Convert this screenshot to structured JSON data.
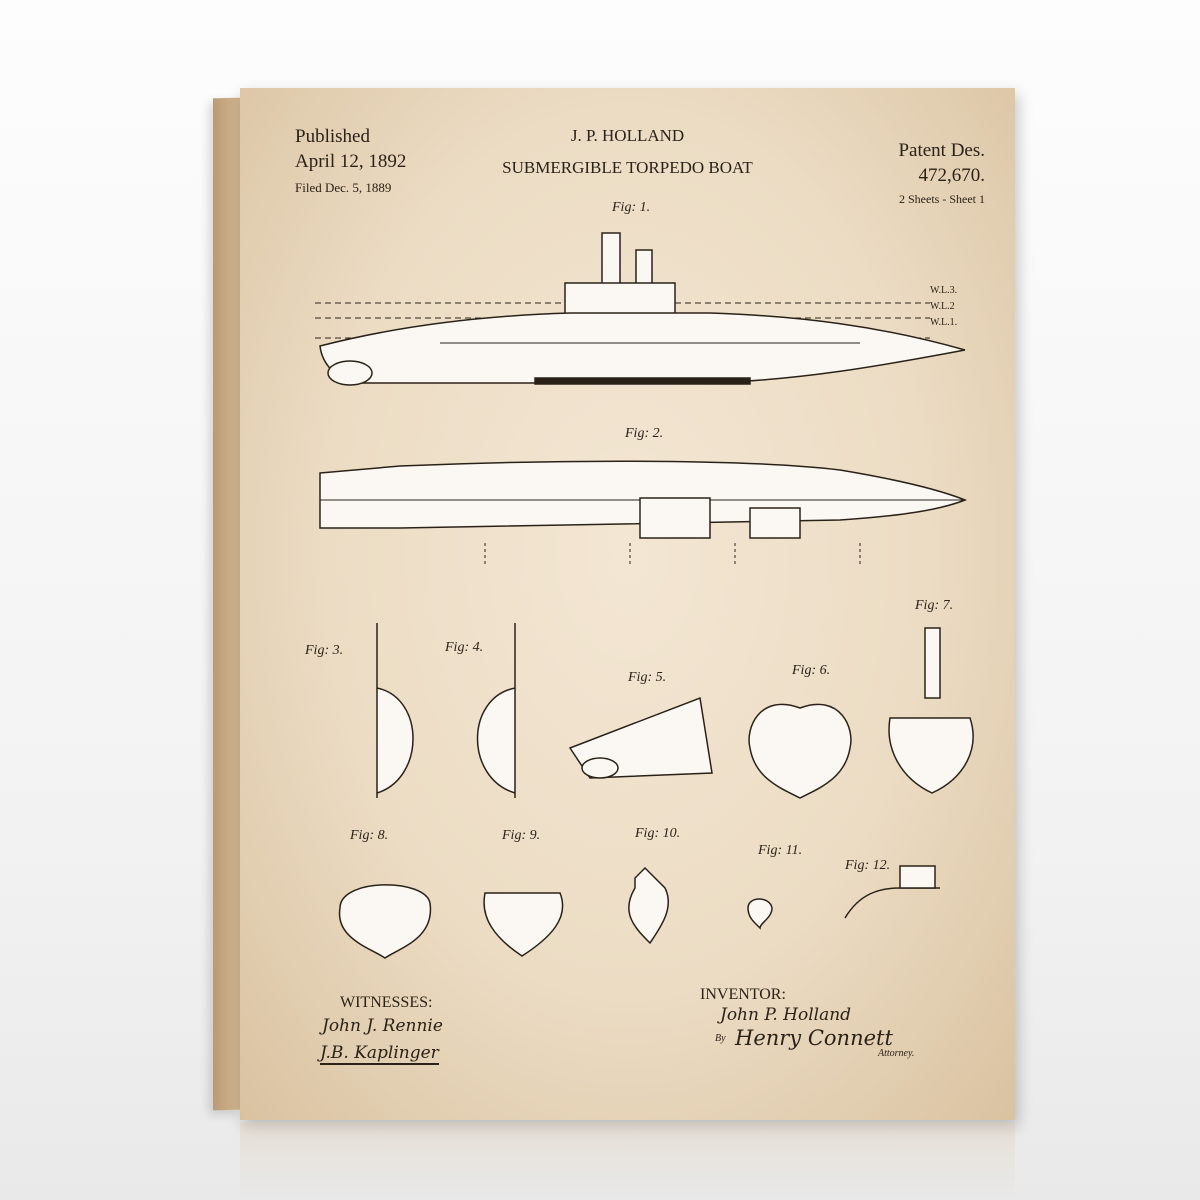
{
  "header": {
    "published_label": "Published",
    "published_date": "April 12, 1892",
    "filed": "Filed Dec. 5, 1889",
    "inventor_name": "J. P. HOLLAND",
    "title": "SUBMERGIBLE TORPEDO BOAT",
    "patent_label": "Patent Des.",
    "patent_number": "472,670.",
    "sheets": "2 Sheets - Sheet 1"
  },
  "figures": [
    "Fig: 1.",
    "Fig: 2.",
    "Fig: 3.",
    "Fig: 4.",
    "Fig: 5.",
    "Fig: 6.",
    "Fig: 7.",
    "Fig: 8.",
    "Fig: 9.",
    "Fig: 10.",
    "Fig: 11.",
    "Fig: 12."
  ],
  "waterlines": [
    "W.L.3.",
    "W.L.2",
    "W.L.1."
  ],
  "footer": {
    "witnesses_label": "WITNESSES:",
    "witness1": "John J. Rennie",
    "witness2": "J.B. Kaplinger",
    "inventor_label": "INVENTOR:",
    "inventor_sig": "John P. Holland",
    "by": "By",
    "attorney_sig": "Henry Connett",
    "attorney_label": "Attorney."
  }
}
